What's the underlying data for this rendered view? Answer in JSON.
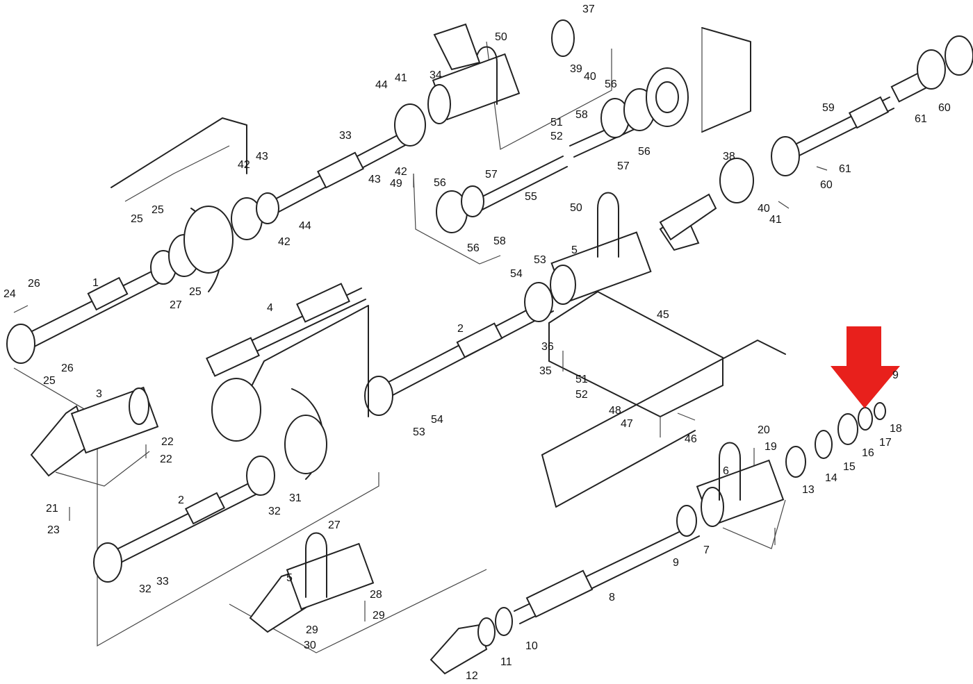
{
  "labels": [
    "1",
    "2",
    "2",
    "3",
    "4",
    "5",
    "5",
    "6",
    "7",
    "8",
    "9",
    "9",
    "10",
    "11",
    "12",
    "13",
    "14",
    "15",
    "16",
    "17",
    "18",
    "19",
    "20",
    "21",
    "22",
    "22",
    "23",
    "24",
    "25",
    "25",
    "25",
    "25",
    "26",
    "26",
    "27",
    "27",
    "28",
    "29",
    "29",
    "30",
    "31",
    "32",
    "32",
    "33",
    "33",
    "34",
    "35",
    "36",
    "37",
    "38",
    "39",
    "40",
    "40",
    "41",
    "41",
    "42",
    "42",
    "42",
    "43",
    "43",
    "44",
    "44",
    "45",
    "46",
    "47",
    "48",
    "49",
    "50",
    "50",
    "51",
    "51",
    "52",
    "52",
    "53",
    "53",
    "54",
    "54",
    "55",
    "56",
    "56",
    "56",
    "56",
    "57",
    "57",
    "58",
    "58",
    "59",
    "60",
    "60",
    "61",
    "61"
  ],
  "arrow_color": "#e8201c"
}
